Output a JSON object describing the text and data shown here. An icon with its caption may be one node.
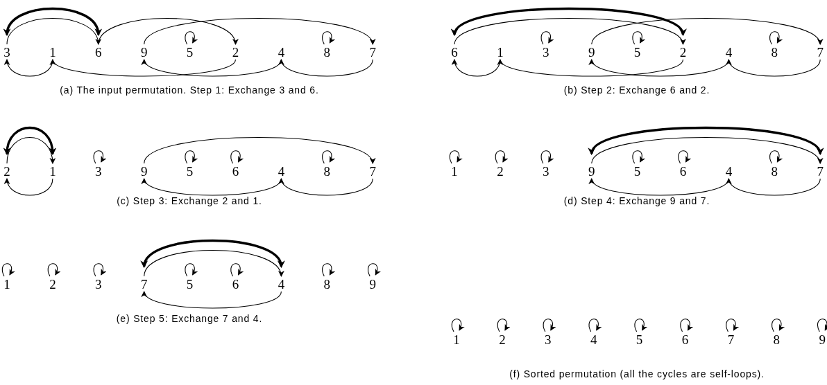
{
  "diagram": {
    "nodes": [
      {
        "text": [
          "3"
        ]
      },
      {
        "text": [
          "1"
        ]
      },
      {
        "text": [
          "6"
        ]
      },
      {
        "text": [
          "9"
        ]
      },
      {
        "text": [
          "5"
        ]
      },
      {
        "text": [
          "2"
        ]
      },
      {
        "text": [
          "4"
        ]
      },
      {
        "text": [
          "8"
        ]
      },
      {
        "text": [
          "7"
        ]
      },
      {
        "text": [
          "6"
        ]
      },
      {
        "text": [
          "1"
        ]
      },
      {
        "text": [
          "3"
        ]
      },
      {
        "text": [
          "9"
        ]
      },
      {
        "text": [
          "5"
        ]
      },
      {
        "text": [
          "2"
        ]
      },
      {
        "text": [
          "4"
        ]
      },
      {
        "text": [
          "8"
        ]
      },
      {
        "text": [
          "7"
        ]
      },
      {
        "text": [
          "2"
        ]
      },
      {
        "text": [
          "1"
        ]
      },
      {
        "text": [
          "3"
        ]
      },
      {
        "text": [
          "9"
        ]
      },
      {
        "text": [
          "5"
        ]
      },
      {
        "text": [
          "6"
        ]
      },
      {
        "text": [
          "4"
        ]
      },
      {
        "text": [
          "8"
        ]
      },
      {
        "text": [
          "7"
        ]
      },
      {
        "text": [
          "1"
        ]
      },
      {
        "text": [
          "2"
        ]
      },
      {
        "text": [
          "3"
        ]
      },
      {
        "text": [
          "9"
        ]
      },
      {
        "text": [
          "5"
        ]
      },
      {
        "text": [
          "6"
        ]
      },
      {
        "text": [
          "4"
        ]
      },
      {
        "text": [
          "8"
        ]
      },
      {
        "text": [
          "7"
        ]
      },
      {
        "text": [
          "1"
        ]
      },
      {
        "text": [
          "2"
        ]
      },
      {
        "text": [
          "3"
        ]
      },
      {
        "text": [
          "7"
        ]
      },
      {
        "text": [
          "5"
        ]
      },
      {
        "text": [
          "6"
        ]
      },
      {
        "text": [
          "4"
        ]
      },
      {
        "text": [
          "8"
        ]
      },
      {
        "text": [
          "9"
        ]
      },
      {
        "text": [
          "1"
        ]
      },
      {
        "text": [
          "2"
        ]
      },
      {
        "text": [
          "3"
        ]
      },
      {
        "text": [
          "4"
        ]
      },
      {
        "text": [
          "5"
        ]
      },
      {
        "text": [
          "6"
        ]
      },
      {
        "text": [
          "7"
        ]
      },
      {
        "text": [
          "8"
        ]
      },
      {
        "text": [
          "9"
        ]
      }
    ],
    "edges": [
      {
        "from": 0,
        "to": 2,
        "arrow": "both",
        "style": "thick"
      },
      {
        "from": 0,
        "to": 2,
        "arrow": "to"
      },
      {
        "from": 2,
        "to": 5,
        "arrow": "to"
      },
      {
        "from": 3,
        "to": 8,
        "arrow": "to"
      },
      {
        "from": 4,
        "to": 4,
        "arrow": "to"
      },
      {
        "from": 7,
        "to": 7,
        "arrow": "to"
      },
      {
        "from": 1,
        "to": 0,
        "arrow": "to"
      },
      {
        "from": 5,
        "to": 1,
        "arrow": "to"
      },
      {
        "from": 6,
        "to": 3,
        "arrow": "to"
      },
      {
        "from": 8,
        "to": 6,
        "arrow": "to"
      },
      {
        "from": 9,
        "to": 14,
        "arrow": "both",
        "style": "thick"
      },
      {
        "from": 9,
        "to": 14,
        "arrow": "to"
      },
      {
        "from": 12,
        "to": 17,
        "arrow": "to"
      },
      {
        "from": 11,
        "to": 11,
        "arrow": "to"
      },
      {
        "from": 13,
        "to": 13,
        "arrow": "to"
      },
      {
        "from": 16,
        "to": 16,
        "arrow": "to"
      },
      {
        "from": 10,
        "to": 9,
        "arrow": "to"
      },
      {
        "from": 14,
        "to": 10,
        "arrow": "to"
      },
      {
        "from": 15,
        "to": 12,
        "arrow": "to"
      },
      {
        "from": 17,
        "to": 15,
        "arrow": "to"
      },
      {
        "from": 18,
        "to": 19,
        "arrow": "both",
        "style": "thick"
      },
      {
        "from": 18,
        "to": 19,
        "arrow": "to"
      },
      {
        "from": 21,
        "to": 26,
        "arrow": "to"
      },
      {
        "from": 20,
        "to": 20,
        "arrow": "to"
      },
      {
        "from": 22,
        "to": 22,
        "arrow": "to"
      },
      {
        "from": 23,
        "to": 23,
        "arrow": "to"
      },
      {
        "from": 25,
        "to": 25,
        "arrow": "to"
      },
      {
        "from": 19,
        "to": 18,
        "arrow": "to"
      },
      {
        "from": 24,
        "to": 21,
        "arrow": "to"
      },
      {
        "from": 26,
        "to": 24,
        "arrow": "to"
      },
      {
        "from": 30,
        "to": 35,
        "arrow": "both",
        "style": "thick"
      },
      {
        "from": 30,
        "to": 35,
        "arrow": "to"
      },
      {
        "from": 27,
        "to": 27,
        "arrow": "to"
      },
      {
        "from": 28,
        "to": 28,
        "arrow": "to"
      },
      {
        "from": 29,
        "to": 29,
        "arrow": "to"
      },
      {
        "from": 31,
        "to": 31,
        "arrow": "to"
      },
      {
        "from": 32,
        "to": 32,
        "arrow": "to"
      },
      {
        "from": 34,
        "to": 34,
        "arrow": "to"
      },
      {
        "from": 33,
        "to": 30,
        "arrow": "to"
      },
      {
        "from": 35,
        "to": 33,
        "arrow": "to"
      },
      {
        "from": 39,
        "to": 42,
        "arrow": "both",
        "style": "thick"
      },
      {
        "from": 39,
        "to": 42,
        "arrow": "to"
      },
      {
        "from": 36,
        "to": 36,
        "arrow": "to"
      },
      {
        "from": 37,
        "to": 37,
        "arrow": "to"
      },
      {
        "from": 38,
        "to": 38,
        "arrow": "to"
      },
      {
        "from": 40,
        "to": 40,
        "arrow": "to"
      },
      {
        "from": 41,
        "to": 41,
        "arrow": "to"
      },
      {
        "from": 43,
        "to": 43,
        "arrow": "to"
      },
      {
        "from": 44,
        "to": 44,
        "arrow": "to"
      },
      {
        "from": 42,
        "to": 39,
        "arrow": "to"
      },
      {
        "from": 45,
        "to": 45,
        "arrow": "to"
      },
      {
        "from": 46,
        "to": 46,
        "arrow": "to"
      },
      {
        "from": 47,
        "to": 47,
        "arrow": "to"
      },
      {
        "from": 48,
        "to": 48,
        "arrow": "to"
      },
      {
        "from": 49,
        "to": 49,
        "arrow": "to"
      },
      {
        "from": 50,
        "to": 50,
        "arrow": "to"
      },
      {
        "from": 51,
        "to": 51,
        "arrow": "to"
      },
      {
        "from": 52,
        "to": 52,
        "arrow": "to"
      },
      {
        "from": 53,
        "to": 53,
        "arrow": "to"
      }
    ],
    "labels": [
      "(a) The input permutation. Step 1: Exchange 3 and 6.",
      "(b) Step 2: Exchange 6 and 2.",
      "(c) Step 3: Exchange 2 and 1.",
      "(d) Step 4: Exchange 9 and 7.",
      "(e) Step 5: Exchange 7 and 4.",
      "(f) Sorted permutation (all the cycles are self-loops)."
    ]
  }
}
